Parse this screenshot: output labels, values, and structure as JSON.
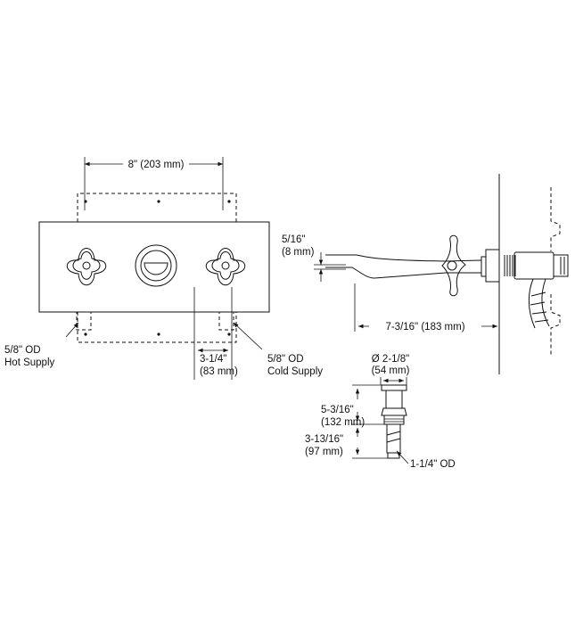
{
  "dimensions": {
    "top_width": "8\" (203 mm)",
    "handle_spacing_in": "3-1/4\"",
    "handle_spacing_mm": "(83 mm)",
    "hot_supply_l1": "5/8\" OD",
    "hot_supply_l2": "Hot Supply",
    "cold_supply_l1": "5/8\" OD",
    "cold_supply_l2": "Cold Supply",
    "spout_height_in": "5/16\"",
    "spout_height_mm": "(8 mm)",
    "spout_reach": "7-3/16\" (183 mm)",
    "drain_dia_in": "Ø 2-1/8\"",
    "drain_dia_mm": "(54 mm)",
    "drain_h1_in": "5-3/16\"",
    "drain_h1_mm": "(132 mm)",
    "drain_h2_in": "3-13/16\"",
    "drain_h2_mm": "(97 mm)",
    "drain_od": "1-1/4\" OD"
  }
}
